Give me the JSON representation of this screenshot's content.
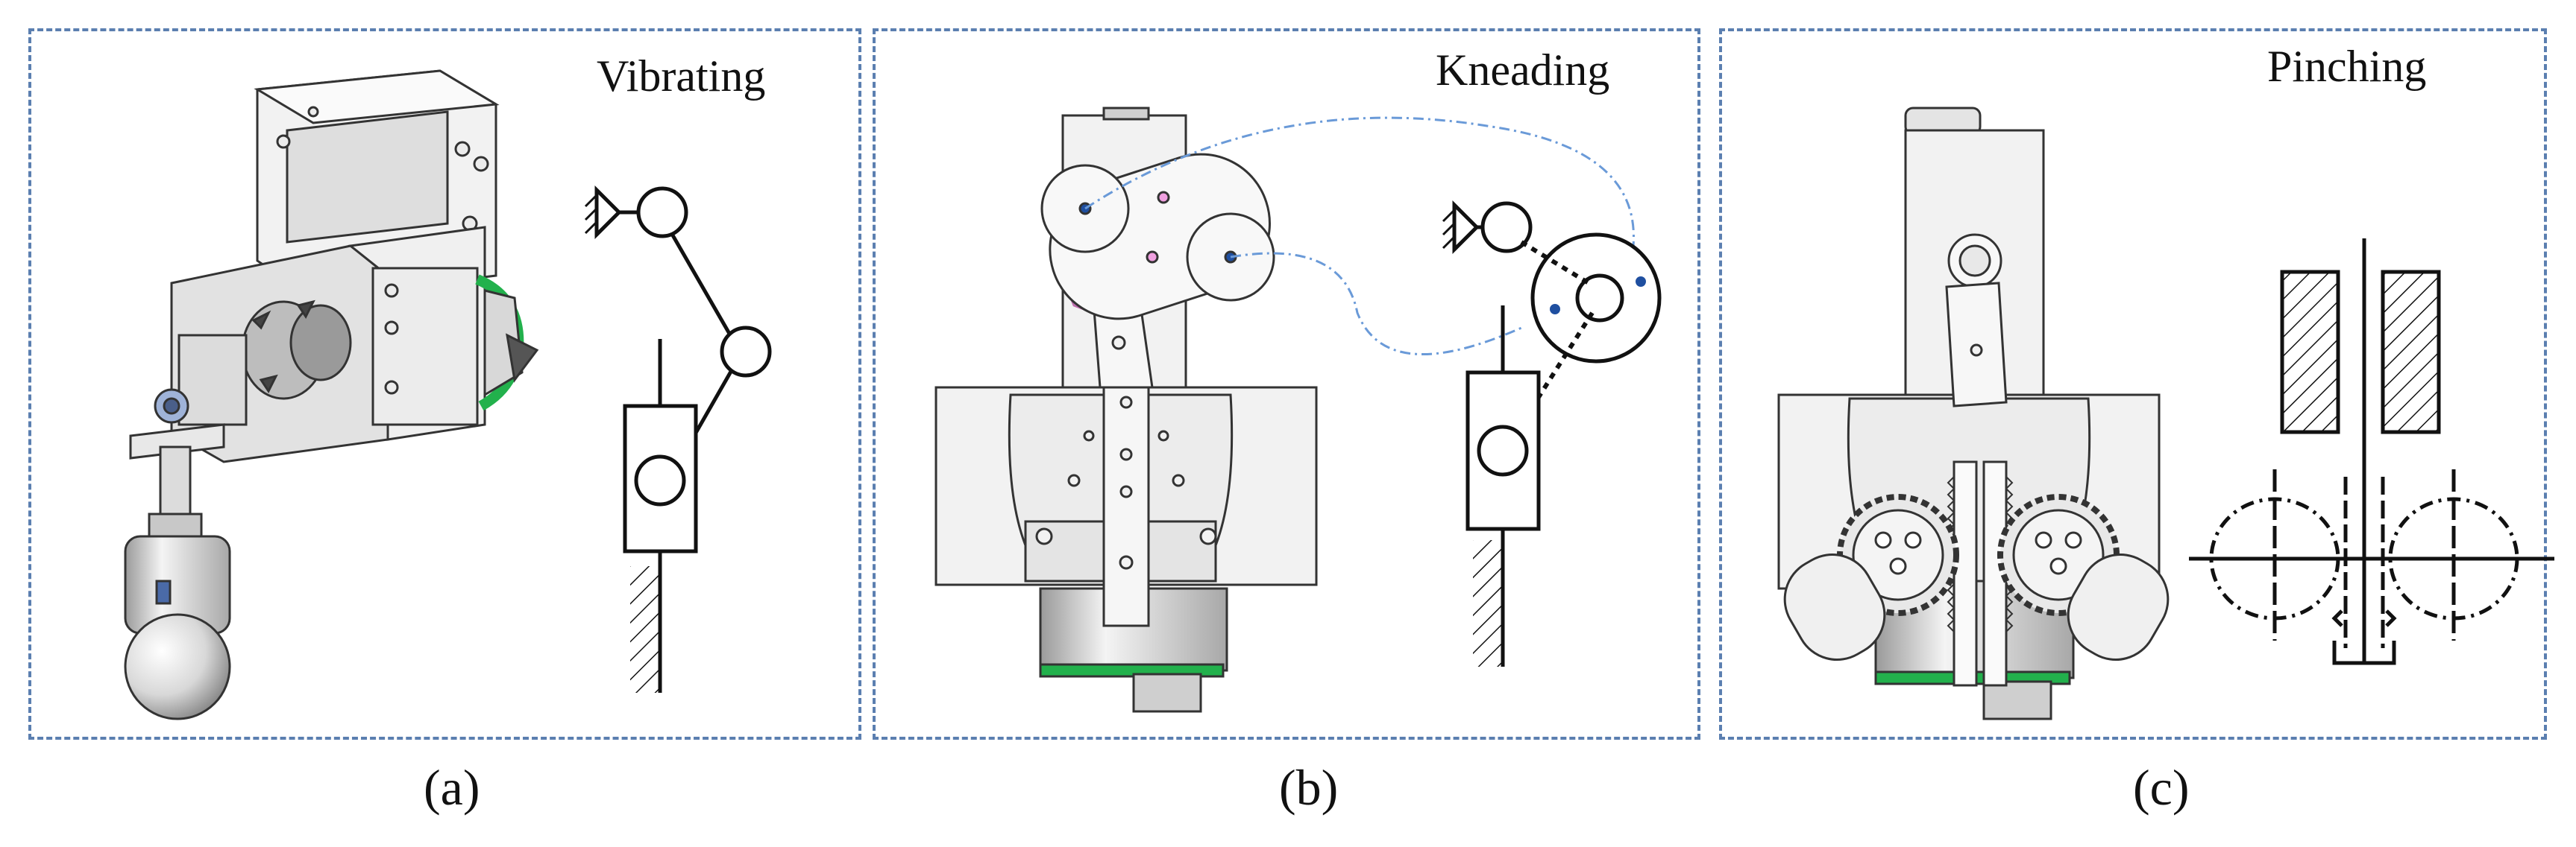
{
  "panels": [
    {
      "id": "a",
      "title": "Vibrating",
      "caption": "(a)"
    },
    {
      "id": "b",
      "title": "Kneading",
      "caption": "(b)"
    },
    {
      "id": "c",
      "title": "Pinching",
      "caption": "(c)"
    }
  ],
  "colors": {
    "border": "#5b7fb0",
    "accent_green": "#22b14c",
    "accent_pink": "#f0a0e0",
    "joint_blue": "#1f4fa0",
    "link_dash": "#6a9ad8",
    "metal": "#e8e8e8",
    "line": "#111111"
  }
}
